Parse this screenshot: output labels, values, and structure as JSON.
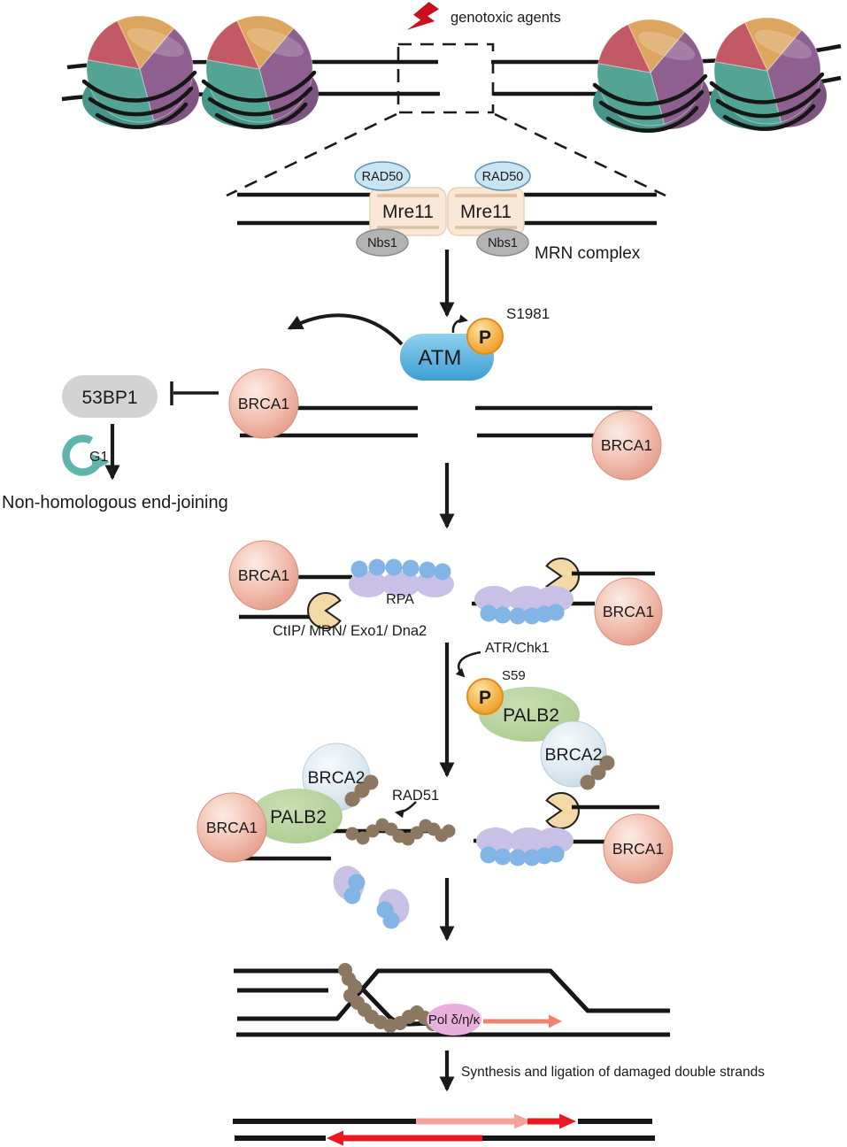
{
  "damage": {
    "agent_label": "genotoxic agents"
  },
  "mrn": {
    "rad50": "RAD50",
    "mre11": "Mre11",
    "nbs1": "Nbs1",
    "complex": "MRN complex"
  },
  "atm": {
    "name": "ATM",
    "phospho": "P",
    "site": "S1981"
  },
  "choice": {
    "p53bp1": "53BP1",
    "brca1": "BRCA1",
    "phase": "G1",
    "nhej": "Non-homologous end-joining"
  },
  "resection": {
    "brca1": "BRCA1",
    "rpa": "RPA",
    "nucleases": "CtIP/ MRN/ Exo1/ Dna2"
  },
  "palb2_recruitment": {
    "kinases": "ATR/Chk1",
    "site": "S59",
    "phospho": "P",
    "palb2": "PALB2",
    "brca2": "BRCA2"
  },
  "rad51_loading": {
    "brca1": "BRCA1",
    "palb2": "PALB2",
    "brca2": "BRCA2",
    "rad51": "RAD51"
  },
  "strand_invasion": {
    "polymerases": "Pol δ/η/κ"
  },
  "ligation": {
    "caption": "Synthesis and ligation of damaged double strands"
  },
  "colors": {
    "lightning_red": "#c8101e",
    "rad50_blue": "#c9e5f4",
    "mre11_peach": "#fae7d6",
    "nbs1_gray": "#b4b4b4",
    "atm_blue": "#41a0d4",
    "phospho_orange": "#f2a229",
    "p53bp1_gray": "#d3d3d3",
    "brca1_pink": "#eeb3a3",
    "g1_teal": "#5fb5ac",
    "rpa_purple": "#c8c0e5",
    "rpa_blue": "#82b4e6",
    "nuclease_wheat": "#f3d9a5",
    "palb2_green": "#b5d39a",
    "brca2_blue": "#d8e7f0",
    "rad51_brown": "#8c7861",
    "pol_pink": "#e9b0dd",
    "synthesis_salmon": "#f0836b",
    "new_strand_red": "#e8191f",
    "nucleosome_rose": "#c25964",
    "nucleosome_orange": "#dea55e",
    "nucleosome_purple": "#8d6090",
    "nucleosome_teal": "#54a496"
  }
}
